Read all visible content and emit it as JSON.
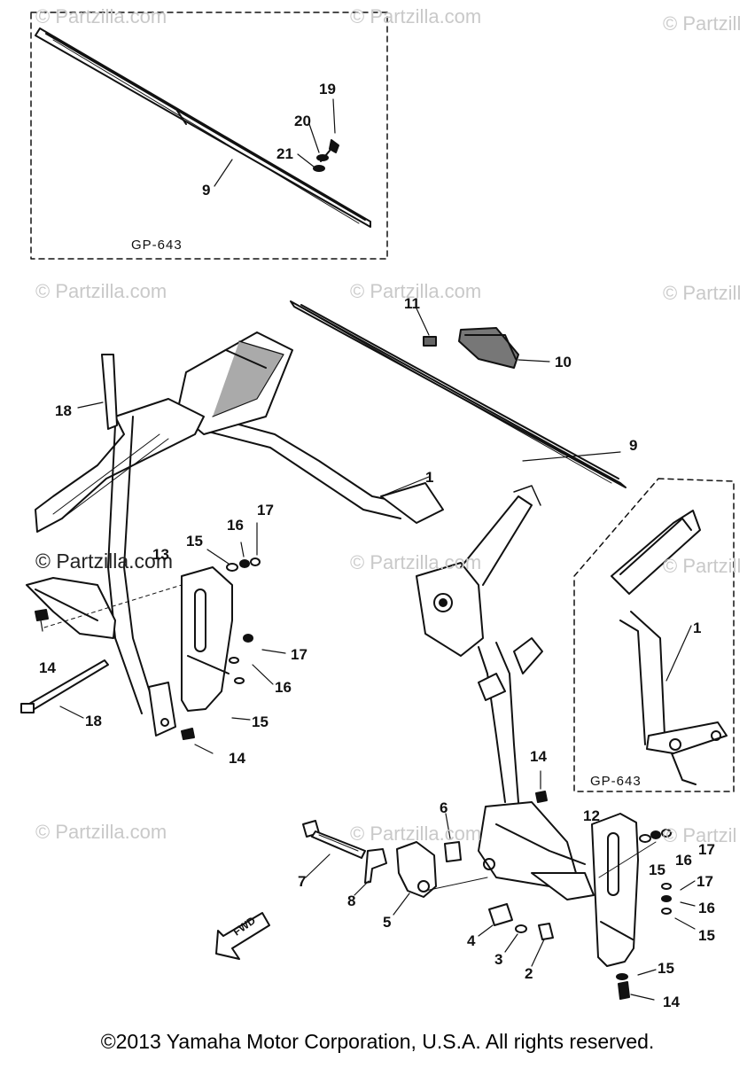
{
  "watermarks": [
    "© Partzilla.com",
    "© Partzilla.com",
    "© Partzill",
    "© Partzilla.com",
    "© Partzilla.com",
    "© Partzill",
    "© Partzilla.com",
    "© Partzilla.com",
    "© Partzill",
    "© Partzilla.com",
    "© Partzilla.com",
    "© Partzil"
  ],
  "center_watermark": "© Partzilla.com",
  "inset_refs": [
    "GP-643",
    "GP-643"
  ],
  "fwd_label": "FWD",
  "part_labels": [
    "1",
    "1",
    "2",
    "3",
    "4",
    "5",
    "6",
    "7",
    "8",
    "9",
    "9",
    "10",
    "11",
    "12",
    "13",
    "14",
    "14",
    "14",
    "14",
    "15",
    "15",
    "15",
    "15",
    "15",
    "16",
    "16",
    "16",
    "16",
    "17",
    "17",
    "17",
    "17",
    "18",
    "18",
    "19",
    "20",
    "21"
  ],
  "footer": "©2013 Yamaha Motor Corporation, U.S.A. All rights reserved."
}
